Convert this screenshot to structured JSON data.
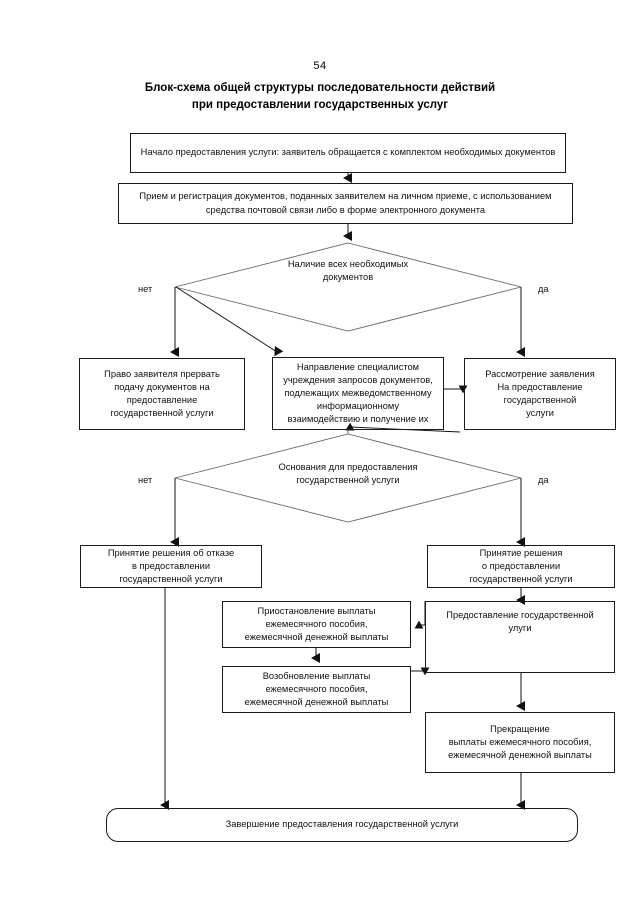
{
  "document": {
    "page_number": "54",
    "title_line1": "Блок-схема общей структуры последовательности действий",
    "title_line2": "при предоставлении государственных услуг"
  },
  "diagram": {
    "type": "flowchart",
    "nodes": [
      {
        "id": "start",
        "shape": "rect",
        "text": "Начало предоставления услуги: заявитель обращается с комплектом необходимых документов"
      },
      {
        "id": "receive",
        "shape": "rect",
        "text": "Прием и регистрация документов, поданных заявителем на личном приеме, с использованием средства почтовой связи либо в форме электронного документа"
      },
      {
        "id": "decision-documents",
        "shape": "diamond",
        "text": "Наличие всех необходимых\nдокументов"
      },
      {
        "id": "right-to-interrupt",
        "shape": "rect",
        "text": "Право заявителя прервать\nподачу документов на\nпредоставление\nгосударственной услуги"
      },
      {
        "id": "interagency-requests",
        "shape": "rect",
        "text": "Направление специалистом\nучреждения запросов документов,\nподлежащих межведомственному\nинформационному\nвзаимодействию и получение их"
      },
      {
        "id": "review-application",
        "shape": "rect",
        "text": "Рассмотрение заявления\nНа предоставление\nгосударственной\nуслуги"
      },
      {
        "id": "decision-grounds",
        "shape": "diamond",
        "text": "Основания для предоставления\nгосударственной услуги"
      },
      {
        "id": "refusal-decision",
        "shape": "rect",
        "text": "Принятие решения об отказе\nв предоставлении\nгосударственной услуги"
      },
      {
        "id": "grant-decision",
        "shape": "rect",
        "text": "Принятие решения\nо предоставлении\nгосударственной услуги"
      },
      {
        "id": "suspend-payment",
        "shape": "rect",
        "text": "Приостановление выплаты\nежемесячного пособия,\nежемесячной денежной выплаты"
      },
      {
        "id": "provide-service",
        "shape": "rect",
        "text": "Предоставление государственной\nулуги"
      },
      {
        "id": "resume-payment",
        "shape": "rect",
        "text": "Возобновление выплаты\nежемесячного пособия,\nежемесячной денежной выплаты"
      },
      {
        "id": "terminate-payment",
        "shape": "rect",
        "text": "Прекращение\nвыплаты ежемесячного пособия,\nежемесячной денежной выплаты"
      },
      {
        "id": "finish",
        "shape": "rounded-rect",
        "text": "Завершение предоставления государственной услуги"
      }
    ],
    "branch_labels": {
      "decision1_no": "нет",
      "decision1_yes": "да",
      "decision2_no": "нет",
      "decision2_yes": "да"
    }
  }
}
